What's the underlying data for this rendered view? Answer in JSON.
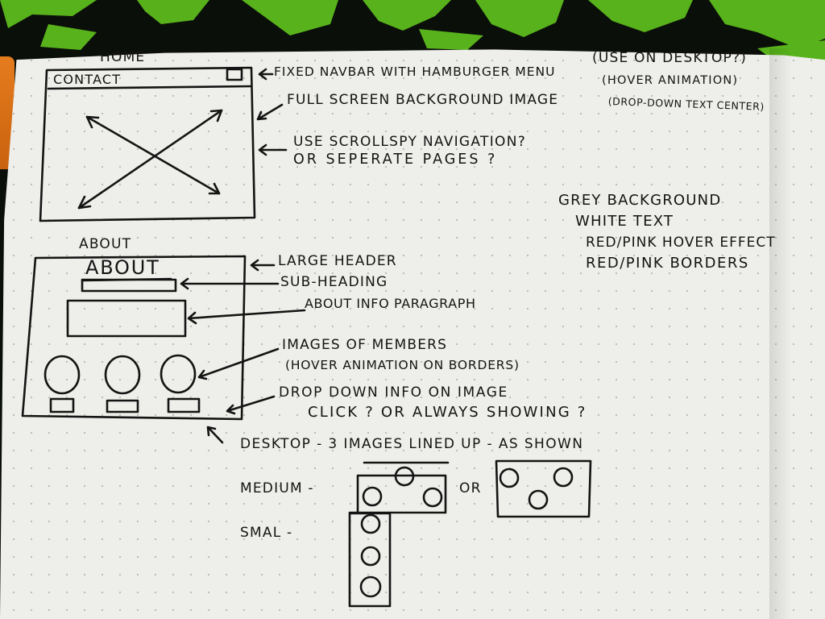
{
  "colors": {
    "ink": "#141414",
    "paper": "#eeeeea",
    "dot": "#b9b9b3",
    "cover": "#0b0f0a",
    "cover_green": "#5dbb1c",
    "binder_orange": "#e57c1e"
  },
  "home": {
    "label": "HOME",
    "nav_text": "CONTACT",
    "notes": {
      "navbar": "FIXED NAVBAR WITH HAMBURGER MENU",
      "navbar_q": "(USE ON DESKTOP?)",
      "hover": "(HOVER ANIMATION)",
      "dropdown": "(DROP-DOWN TEXT CENTER)",
      "bg": "FULL SCREEN BACKGROUND IMAGE",
      "scrollspy": "USE SCROLLSPY NAVIGATION?",
      "pages": "OR SEPERATE PAGES ?"
    }
  },
  "style_notes": [
    "GREY BACKGROUND",
    "WHITE TEXT",
    "RED/PINK HOVER EFFECT",
    "RED/PINK BORDERS"
  ],
  "about": {
    "label": "ABOUT",
    "header_text": "ABOUT",
    "notes": {
      "large_header": "LARGE HEADER",
      "sub_heading": "SUB-HEADING",
      "paragraph": "ABOUT INFO PARAGRAPH",
      "members": "IMAGES OF MEMBERS",
      "members_hover": "(HOVER ANIMATION ON BORDERS)",
      "dropdown": "DROP DOWN INFO ON IMAGE",
      "click": "CLICK ?  OR ALWAYS SHOWING ?"
    }
  },
  "layouts": {
    "desktop": "DESKTOP - 3 IMAGES LINED UP - AS SHOWN",
    "medium": "MEDIUM -",
    "or": "OR",
    "small": "SMAL -"
  }
}
